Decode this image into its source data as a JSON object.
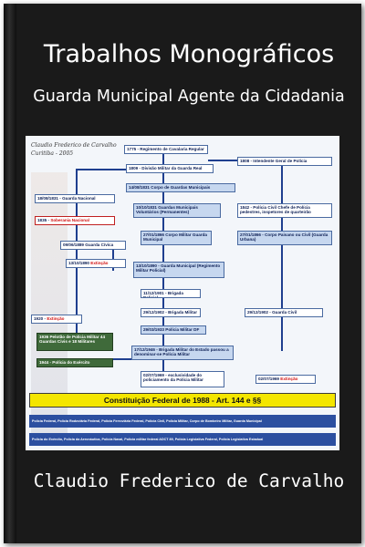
{
  "title": "Trabalhos Monográficos",
  "subtitle": "Guarda Municipal Agente da Cidadania",
  "author": "Claudio Frederico de Carvalho",
  "chart": {
    "header_author": "Claudio Frederico de Carvalho",
    "header_place": "Curitiba - 2005",
    "boxes": {
      "b1775": "1775 - Regimento de Cavalaria Regular",
      "b1809": "1809 - Divisão Militar da Guarda Real",
      "b1808": "1808 - Intendente Geral de Polícia",
      "b1831a": "14/08/1831 Corpo de Guardas Municipais",
      "b1831b": "18/08/1831 - Guarda Nacional",
      "b1835": "1835 - ",
      "b1835_ext": "Soberania Nacional",
      "b1831c": "10/10/1831 Guardas Municipais Voluntários (Permanentes)",
      "b1842": "1842 - Polícia Civil Chefe de Polícia pedestres, inspetores de quarteirão",
      "b1866a": "27/01/1866 Corpo Militar Guarda Municipal",
      "b1866b": "27/01/1866 - Corpo Paisano ou Civil (Guarda Urbana)",
      "b1889": "09/06/1889 Guarda Cívica",
      "b1890a": "13/10/1890 ",
      "b1890a_ext": "Extinção",
      "b1890b": "13/10/1890 - Guarda Municipal (Regimento Militar Policial)",
      "b1901": "11/12/1901 - Brigada Policial",
      "b1902a": "29/12/1902 - Brigada Militar",
      "b1902b": "29/12/1902 - Guarda Civil",
      "b1920": "1920 - ",
      "b1920_ext": "Extinção",
      "b1933": "29/03/1933 Polícia Militar DF",
      "b1936": "1936 Pelotão de Polícia Militar 44 Guardas Civis e 18 Militares",
      "b1946": "17/12/1946 - Brigada Militar do Estado passou a denominar-se Polícia Militar",
      "b1944": "1944 - Polícia do Exército",
      "b1969a": "02/07/1969 - exclusividade do policiamento da Polícia Militar",
      "b1969b": "02/07/1969 ",
      "b1969b_ext": "Extinção"
    },
    "constitution": "Constituição Federal de 1988 - Art. 144 e §§",
    "strip1": "Polícia Federal, Polícia Rodoviária Federal, Polícia Ferroviária Federal, Polícia Civil, Polícia Militar, Corpo de Bombeiro Militar, Guarda Municipal",
    "strip2": "Polícia do Exército, Polícia da Aeronáutica, Polícia Naval, Polícia militar federal ADCT 89, Polícia Legislativa Federal, Polícia Legislativa Estadual"
  }
}
